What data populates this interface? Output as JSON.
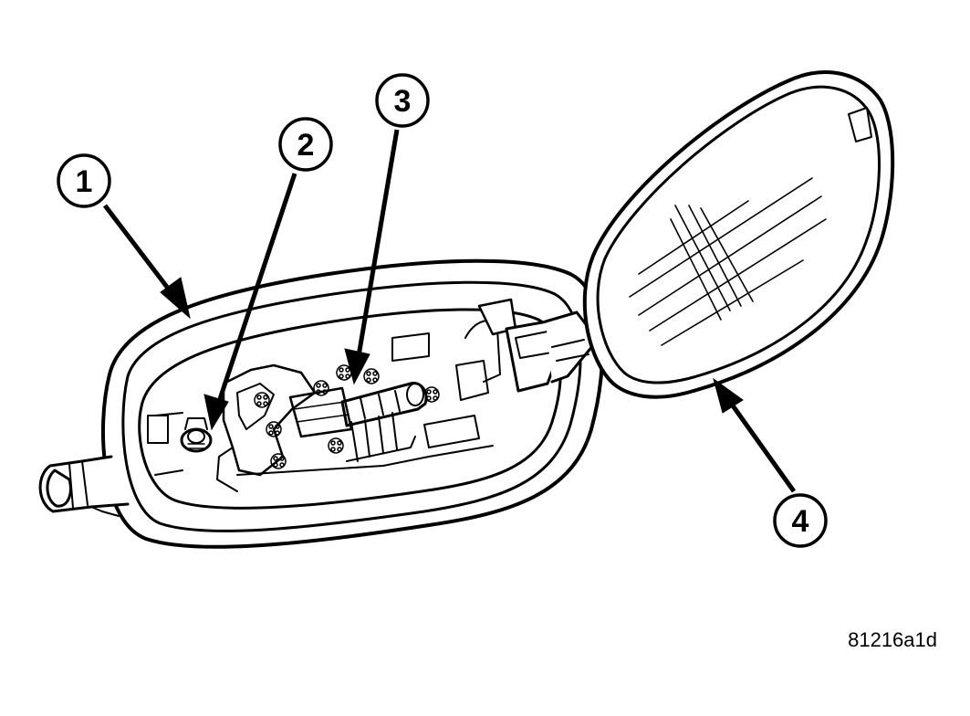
{
  "callouts": [
    {
      "id": "1",
      "label": "1"
    },
    {
      "id": "2",
      "label": "2"
    },
    {
      "id": "3",
      "label": "3"
    },
    {
      "id": "4",
      "label": "4"
    }
  ],
  "figure_id": "81216a1d",
  "colors": {
    "line": "#000000",
    "background": "#ffffff"
  }
}
